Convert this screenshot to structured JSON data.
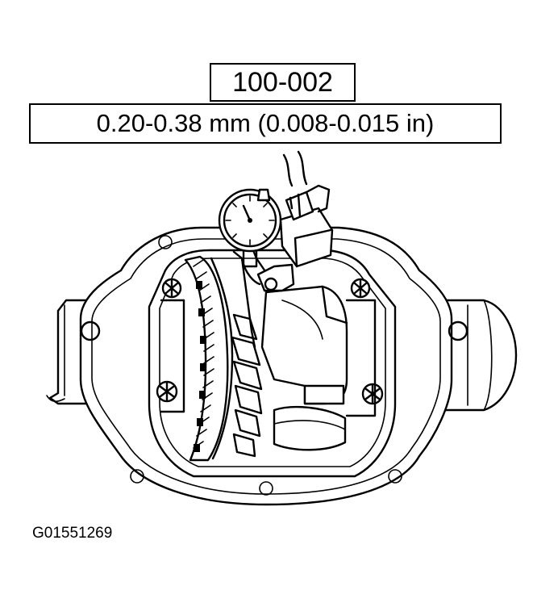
{
  "labels": {
    "tool_number": "100-002",
    "specification": "0.20-0.38 mm (0.008-0.015 in)",
    "figure_id": "G01551269"
  },
  "colors": {
    "line": "#000000",
    "background": "#ffffff"
  }
}
